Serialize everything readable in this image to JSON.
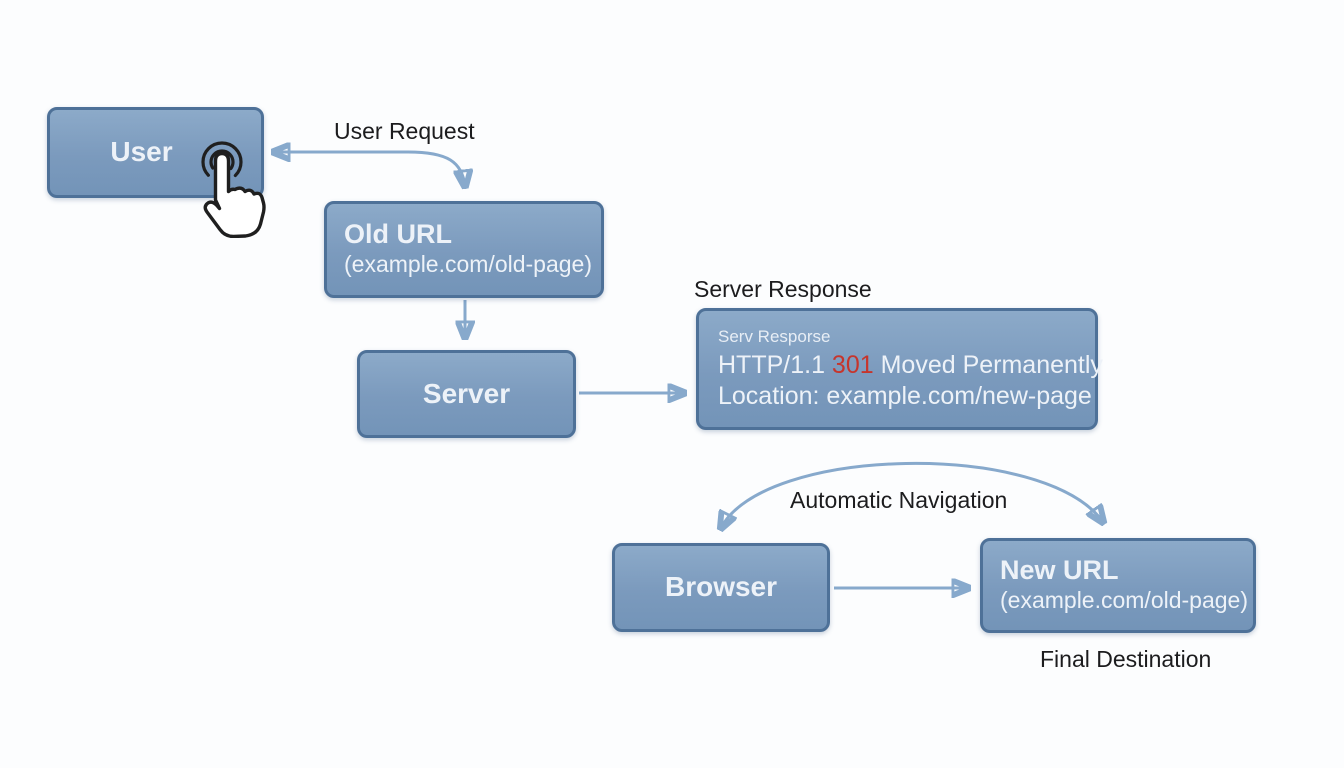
{
  "diagram": {
    "nodes": {
      "user": {
        "label": "User"
      },
      "old_url": {
        "label": "Old URL",
        "sublabel": "(example.com/old-page)"
      },
      "server": {
        "label": "Server"
      },
      "response": {
        "heading": "Serv Resporse",
        "status_prefix": "HTTP/1.1 ",
        "status_code": "301",
        "status_suffix": " Moved Permanently",
        "location_line": "Location: example.com/new-page"
      },
      "browser": {
        "label": "Browser"
      },
      "new_url": {
        "label": "New URL",
        "sublabel": "(example.com/old-page)"
      }
    },
    "labels": {
      "user_request": "User Request",
      "server_response": "Server Response",
      "automatic_navigation": "Automatic Navigation",
      "final_destination": "Final Destination"
    },
    "icons": {
      "user_tap": "tap-cursor"
    },
    "colors": {
      "background": "#fcfdfe",
      "box_fill": "#7b9abd",
      "box_border": "#4e7198",
      "box_text": "#edf2f8",
      "arrow": "#87a9cc",
      "label_text": "#1c1c1e",
      "status_code_red": "#c6352c"
    }
  }
}
